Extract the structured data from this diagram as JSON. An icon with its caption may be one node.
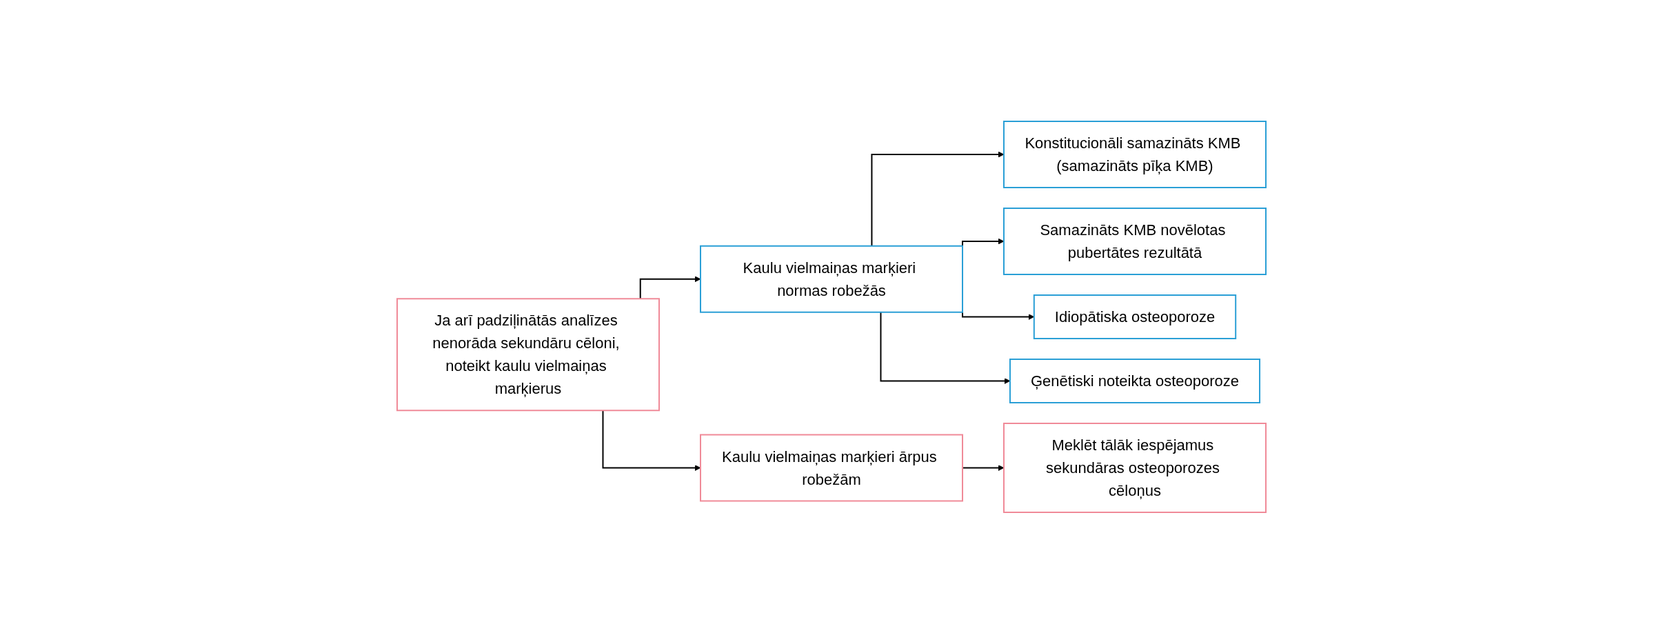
{
  "diagram": {
    "nodes": [
      {
        "text": [
          "Ja arī padziļinātās analīzes nenorāda sekundāru cēloni, noteikt kaulu vielmaiņas marķierus"
        ]
      },
      {
        "text": [
          "Kaulu vielmaiņas marķieri normas robežās"
        ]
      },
      {
        "text": [
          "Konstitucionāli samazināts KMB (samazināts pīķa KMB)"
        ]
      },
      {
        "text": [
          "Samazināts KMB novēlotas pubertātes rezultātā"
        ]
      },
      {
        "text": [
          "Idiopātiska osteoporoze"
        ]
      },
      {
        "text": [
          "Ģenētiski noteikta osteoporoze"
        ]
      },
      {
        "text": [
          "Kaulu vielmaiņas marķieri ārpus robežām"
        ]
      },
      {
        "text": [
          "Meklēt tālāk iespējamus sekundāras osteoporozes cēloņus"
        ]
      }
    ],
    "edges": [
      {
        "from": 0,
        "to": 1,
        "arrow": "to"
      },
      {
        "from": 0,
        "to": 6,
        "arrow": "to"
      },
      {
        "from": 1,
        "to": 2,
        "arrow": "to"
      },
      {
        "from": 1,
        "to": 3,
        "arrow": "to"
      },
      {
        "from": 1,
        "to": 4,
        "arrow": "to"
      },
      {
        "from": 1,
        "to": 5,
        "arrow": "to"
      },
      {
        "from": 6,
        "to": 7,
        "arrow": "to"
      }
    ]
  }
}
